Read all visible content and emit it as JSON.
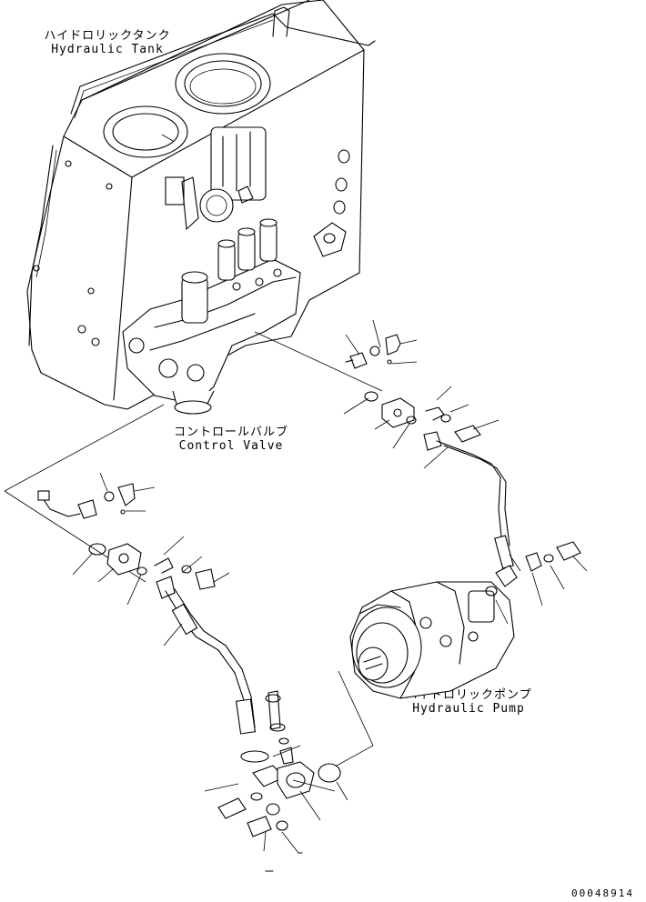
{
  "labels": {
    "hydraulic_tank_ja": "ハイドロリックタンク",
    "hydraulic_tank_en": "Hydraulic Tank",
    "control_valve_ja": "コントロールバルブ",
    "control_valve_en": "Control Valve",
    "hydraulic_pump_ja": "ハイドロリックポンプ",
    "hydraulic_pump_en": "Hydraulic Pump"
  },
  "document_number": "00048914"
}
